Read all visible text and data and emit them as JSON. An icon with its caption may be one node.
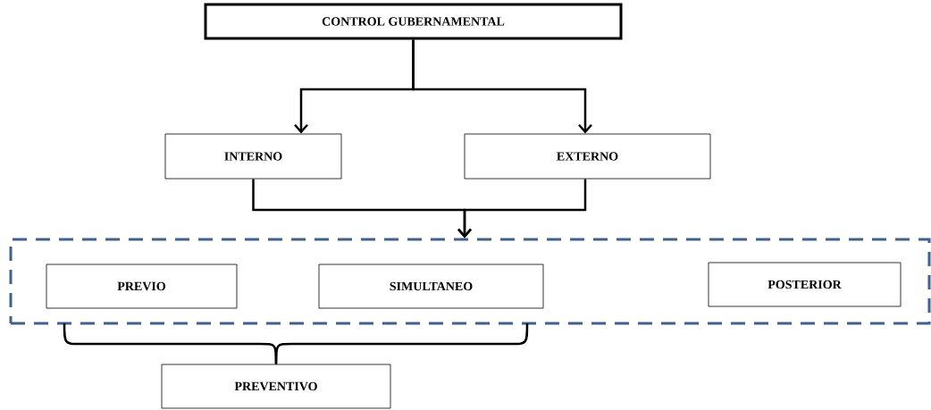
{
  "diagram": {
    "nodes": [
      {
        "text": [
          "CONTROL GUBERNAMENTAL"
        ]
      },
      {
        "text": [
          "INTERNO"
        ]
      },
      {
        "text": [
          "EXTERNO"
        ]
      },
      {
        "text": [],
        "shape": "box"
      },
      {
        "text": [
          "PREVIO"
        ],
        "in": 3
      },
      {
        "text": [
          "SIMULTANEO"
        ],
        "in": 3
      },
      {
        "text": [
          "POSTERIOR"
        ],
        "in": 3
      },
      {
        "text": [
          "PREVENTIVO"
        ]
      }
    ],
    "edges": [
      {
        "from": 0,
        "to": 1,
        "arrow": "to"
      },
      {
        "from": 0,
        "to": 2,
        "arrow": "to"
      },
      {
        "from": 1,
        "to": 3,
        "arrow": "to"
      },
      {
        "from": 2,
        "to": 3,
        "arrow": "to"
      },
      {
        "from": 4,
        "to": 7,
        "arrow": "none"
      },
      {
        "from": 5,
        "to": 7,
        "arrow": "none"
      }
    ]
  }
}
